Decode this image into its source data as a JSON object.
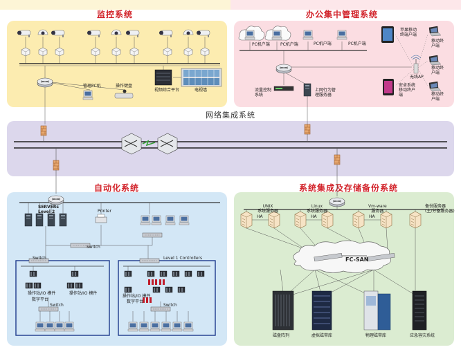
{
  "titles": {
    "monitoring": "监控系统",
    "office": "办公集中管理系统",
    "network": "网络集成系统",
    "automation": "自动化系统",
    "storage": "系统集成及存储备份系统"
  },
  "monitoring": {
    "mgmt_pc": "管理PC机",
    "operator": "操作键盘",
    "matrix": "视频综合平台",
    "tv_wall": "电视墙"
  },
  "office": {
    "pc_clients": [
      "PC机户端",
      "PC机户端",
      "PC机户端",
      "PC机户端"
    ],
    "tablet_client": "苹果移动终端户端",
    "laptop_top": "移动终户端",
    "wireless_ap": "无线AP",
    "laptop_mid": "移动终户端",
    "android_client": "安卓系统移动终户端",
    "laptop_bottom": "移动终户端",
    "flow_control": "流量控制系统",
    "behavior_mgmt": "上网行为管理服务器"
  },
  "automation": {
    "server_label": "SERVERs Level 2",
    "printer": "Printer",
    "switch_main": "Switch",
    "switch_left": "Switch",
    "switch_right": "Level 1 Controllers",
    "io_left": [
      "操作站/IO 模件",
      "操作站/IO 模件"
    ],
    "io_left_sub": "数字平台",
    "io_right": "操作站/IO 模件",
    "io_right_sub": "数字平台",
    "switch_bottom_left": "Switch",
    "switch_bottom_right": "Switch"
  },
  "storage": {
    "servers": [
      {
        "name": "UNIX",
        "sub": "系统服务器"
      },
      {
        "name": "Linux",
        "sub": "系统服务器"
      },
      {
        "name": "Vm-ware",
        "sub": "服务器"
      },
      {
        "name": "备份服务器",
        "sub": "(主/分备服务器)"
      }
    ],
    "ha_labels": [
      "HA",
      "HA",
      "HA"
    ],
    "fcsan": "FC-SAN",
    "devices": [
      "磁盘阵列",
      "虚拟磁带库",
      "物理磁带库",
      "应急容灾系统"
    ]
  }
}
